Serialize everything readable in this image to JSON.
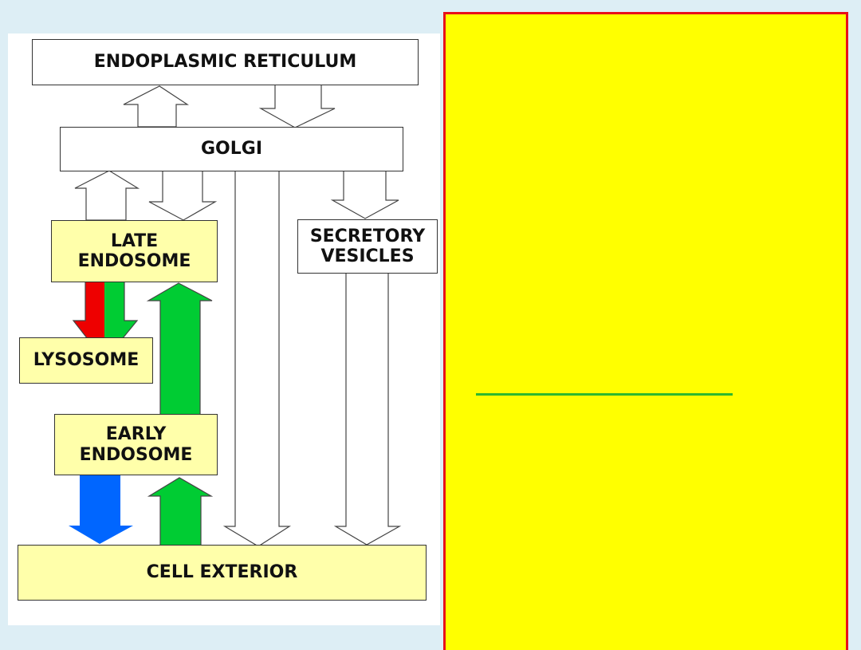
{
  "diagram": {
    "er": "ENDOPLASMIC RETICULUM",
    "golgi": "GOLGI",
    "late_endosome": "LATE\nENDOSOME",
    "secretory_vesicles": "SECRETORY\nVESICLES",
    "lysosome": "LYSOSOME",
    "early_endosome": "EARLY\nENDOSOME",
    "cell_exterior": "CELL EXTERIOR"
  },
  "colors": {
    "background": "#ddeef5",
    "panel": "#ffffff",
    "box_fill": "#ffffaa",
    "arrow_red": "#ee0000",
    "arrow_green": "#00cc33",
    "arrow_blue": "#0066ff",
    "notes_fill": "#ffff00",
    "notes_border": "#e8101a",
    "rule": "#2eb82e"
  }
}
